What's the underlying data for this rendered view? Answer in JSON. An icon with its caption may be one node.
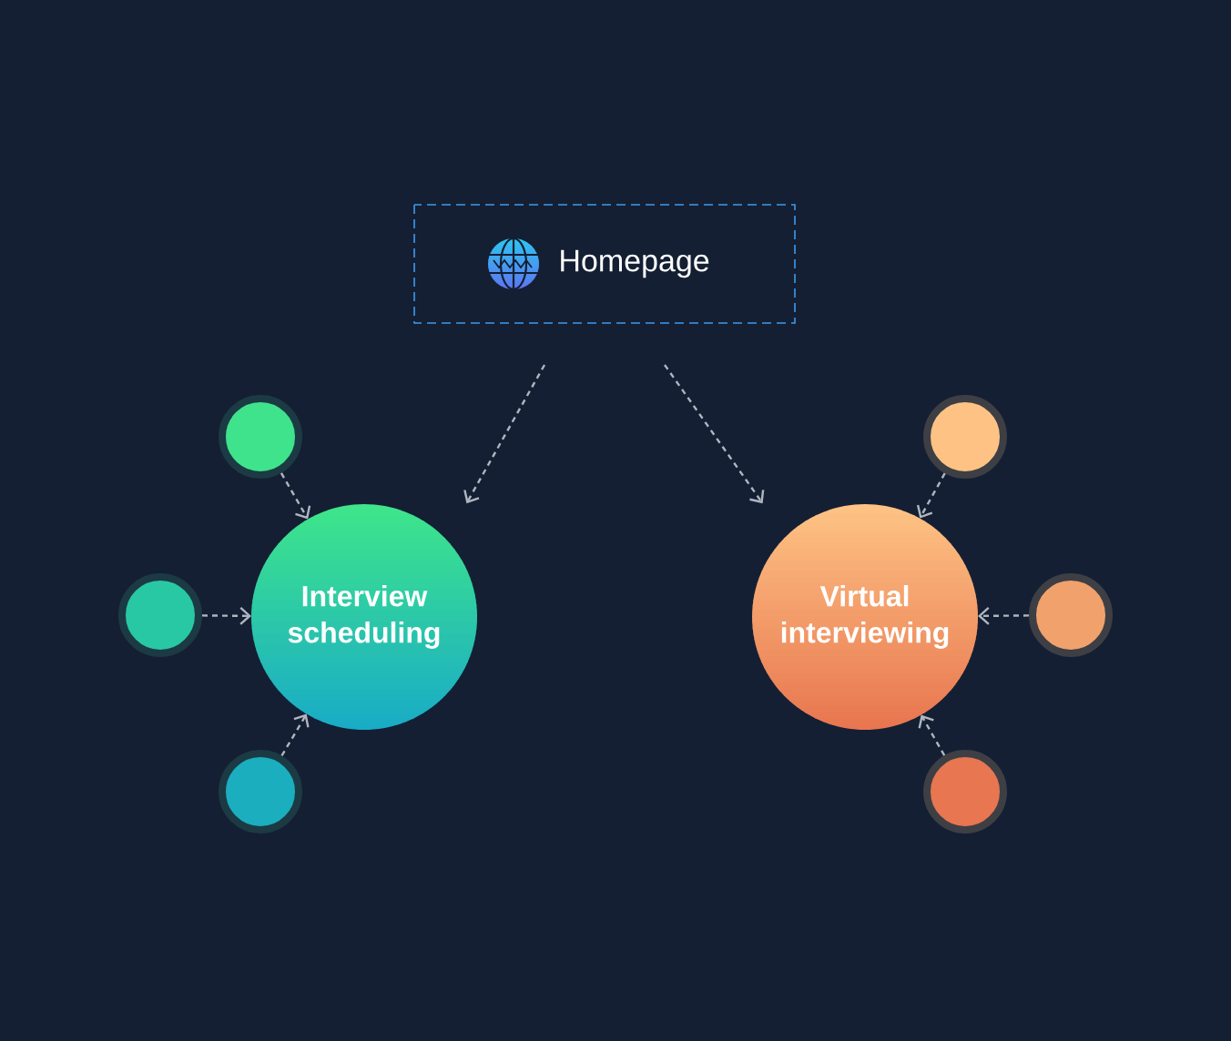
{
  "diagram": {
    "nodes": [
      {
        "text": [
          "Homepage"
        ]
      },
      {
        "text": [
          "Interview scheduling"
        ]
      },
      {
        "text": [
          "Virtual interviewing"
        ]
      },
      {
        "text": [],
        "shape": "circle"
      },
      {
        "text": [],
        "shape": "circle"
      },
      {
        "text": [],
        "shape": "circle"
      },
      {
        "text": [],
        "shape": "circle"
      },
      {
        "text": [],
        "shape": "circle"
      },
      {
        "text": [],
        "shape": "circle"
      }
    ],
    "edges": [
      {
        "from": 0,
        "to": 1,
        "arrow": "to",
        "style": "dashed"
      },
      {
        "from": 0,
        "to": 2,
        "arrow": "to",
        "style": "dashed"
      },
      {
        "from": 3,
        "to": 1,
        "arrow": "to",
        "style": "dashed"
      },
      {
        "from": 4,
        "to": 1,
        "arrow": "to",
        "style": "dashed"
      },
      {
        "from": 5,
        "to": 1,
        "arrow": "to",
        "style": "dashed"
      },
      {
        "from": 6,
        "to": 2,
        "arrow": "to",
        "style": "dashed"
      },
      {
        "from": 7,
        "to": 2,
        "arrow": "to",
        "style": "dashed"
      },
      {
        "from": 8,
        "to": 2,
        "arrow": "to",
        "style": "dashed"
      }
    ]
  }
}
